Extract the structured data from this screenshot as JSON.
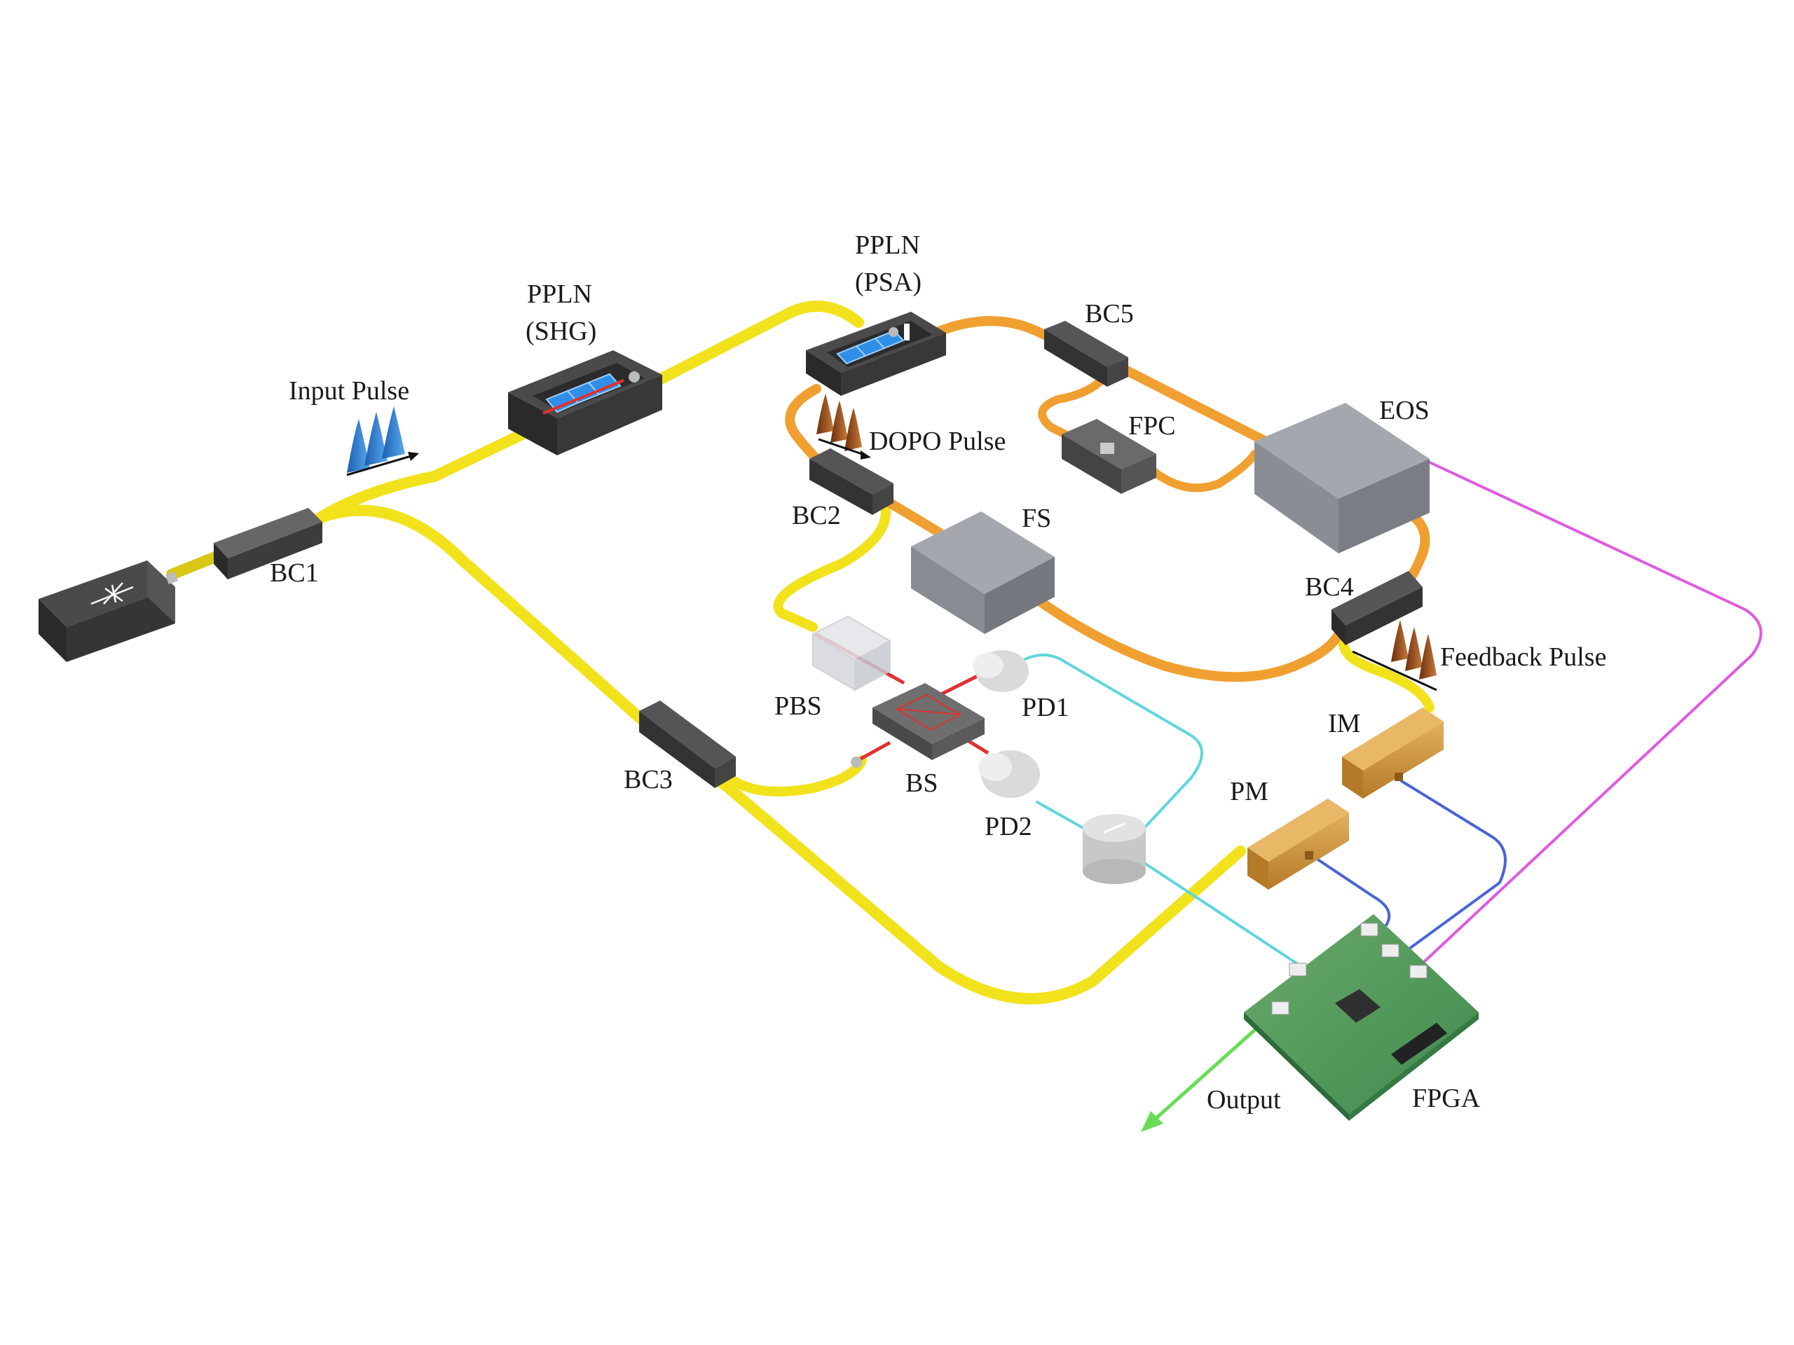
{
  "labels": {
    "ppln_shg_1": "PPLN",
    "ppln_shg_2": "(SHG)",
    "ppln_psa_1": "PPLN",
    "ppln_psa_2": "(PSA)",
    "input_pulse": "Input Pulse",
    "dopo_pulse": "DOPO Pulse",
    "feedback_pulse": "Feedback Pulse",
    "bc1": "BC1",
    "bc2": "BC2",
    "bc3": "BC3",
    "bc4": "BC4",
    "bc5": "BC5",
    "fpc": "FPC",
    "eos": "EOS",
    "fs": "FS",
    "pbs": "PBS",
    "bs": "BS",
    "pd1": "PD1",
    "pd2": "PD2",
    "im": "IM",
    "pm": "PM",
    "fpga": "FPGA",
    "output": "Output"
  },
  "colors": {
    "yellow_fiber": "#f2e21c",
    "orange_fiber": "#f0a030",
    "cyan_cable": "#5fd6dc",
    "blue_cable": "#4a64d8",
    "magenta_cable": "#e05ae0",
    "green_output": "#66dd55",
    "laser_red": "#e03030",
    "input_pulse": "#2f7fd6",
    "dopo_pulse": "#9a4a1a"
  }
}
